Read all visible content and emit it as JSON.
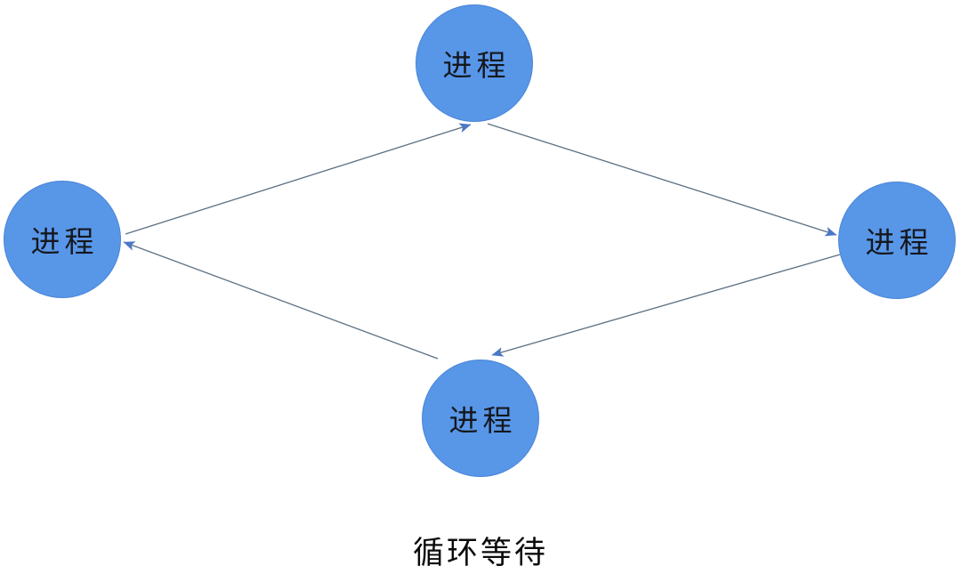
{
  "diagram": {
    "caption": "循环等待",
    "nodes": [
      {
        "id": "top",
        "label": "进程"
      },
      {
        "id": "right",
        "label": "进程"
      },
      {
        "id": "bottom",
        "label": "进程"
      },
      {
        "id": "left",
        "label": "进程"
      }
    ],
    "edges": [
      {
        "from": "top",
        "to": "right"
      },
      {
        "from": "right",
        "to": "bottom"
      },
      {
        "from": "bottom",
        "to": "left"
      },
      {
        "from": "left",
        "to": "top"
      }
    ],
    "colors": {
      "background": "#ffffff",
      "node_fill": "#5896e8",
      "node_border": "#4a85d6",
      "node_text": "#15181d",
      "edge_line": "#5b7083",
      "arrowhead": "#4a77c8",
      "caption_text": "#0b0b0b"
    }
  }
}
